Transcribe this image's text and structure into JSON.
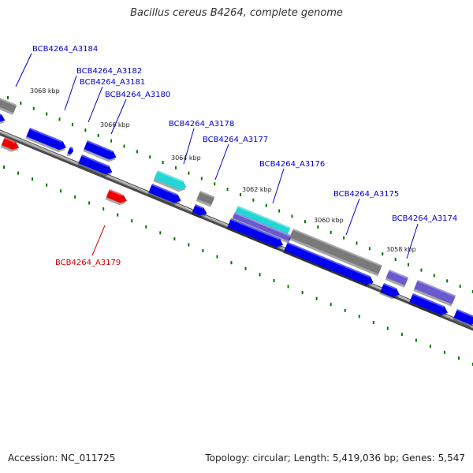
{
  "title": "Bacillus cereus B4264, complete genome",
  "footer": {
    "accession": "Accession: NC_011725",
    "summary": "Topology: circular; Length: 5,419,036 bp; Genes: 5,547"
  },
  "colors": {
    "cds_forward": "#0000ee",
    "cds_reverse": "#0000ee",
    "highlight_red": "#ee0000",
    "pseudo_gray": "#7a7a7a",
    "rna_cyan": "#22d6d6",
    "purple": "#6a5acd",
    "label_blue": "#0000cc",
    "label_red": "#cc0000",
    "tick_green": "#007700"
  },
  "ticks": [
    {
      "label": "3068 kbp"
    },
    {
      "label": "3066 kbp"
    },
    {
      "label": "3064 kbp"
    },
    {
      "label": "3062 kbp"
    },
    {
      "label": "3060 kbp"
    },
    {
      "label": "3058 kbp"
    }
  ],
  "genes": [
    {
      "label": "BCB4264_A3184",
      "color": "label_blue"
    },
    {
      "label": "BCB4264_A3182",
      "color": "label_blue"
    },
    {
      "label": "BCB4264_A3181",
      "color": "label_blue"
    },
    {
      "label": "BCB4264_A3180",
      "color": "label_blue"
    },
    {
      "label": "BCB4264_A3178",
      "color": "label_blue"
    },
    {
      "label": "BCB4264_A3177",
      "color": "label_blue"
    },
    {
      "label": "BCB4264_A3176",
      "color": "label_blue"
    },
    {
      "label": "BCB4264_A3175",
      "color": "label_blue"
    },
    {
      "label": "BCB4264_A3174",
      "color": "label_blue"
    },
    {
      "label": "BCB4264_A3179",
      "color": "label_red"
    }
  ]
}
